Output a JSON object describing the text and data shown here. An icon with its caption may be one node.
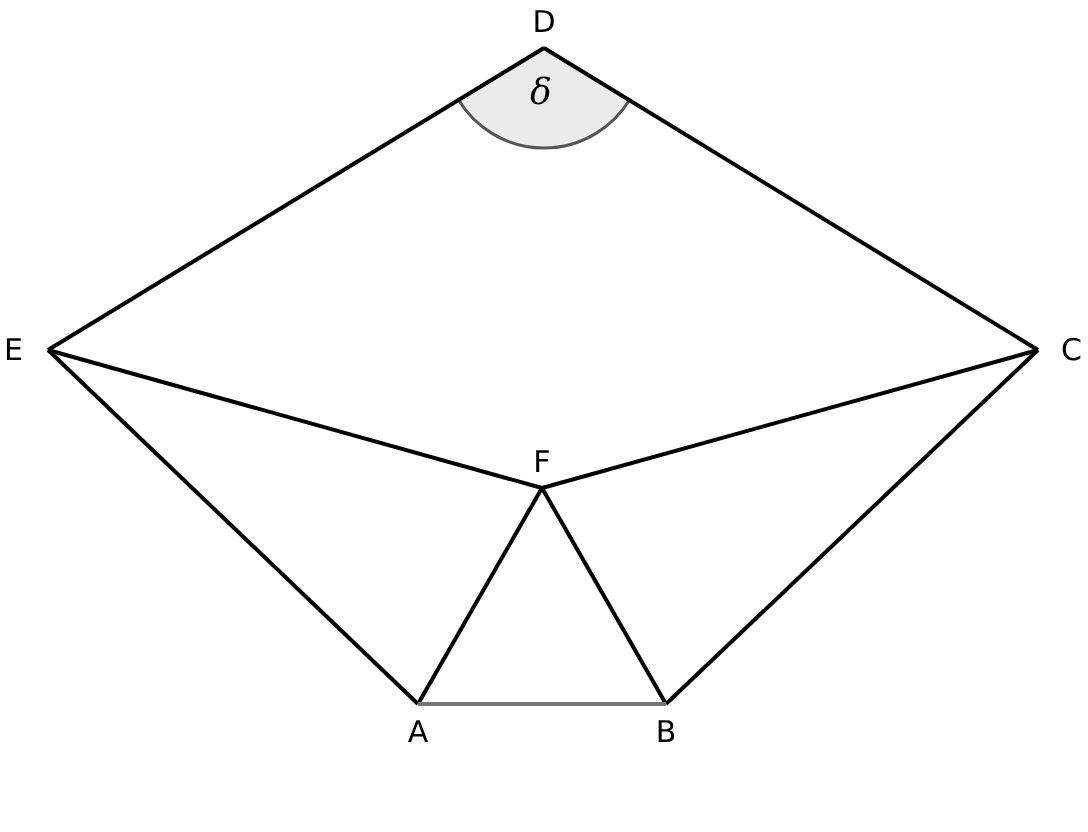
{
  "diagram": {
    "nodes": [
      {
        "text": [
          "D"
        ]
      },
      {
        "text": [
          "E"
        ]
      },
      {
        "text": [
          "C"
        ]
      },
      {
        "text": [
          "F"
        ]
      },
      {
        "text": [
          "A"
        ]
      },
      {
        "text": [
          "B"
        ]
      }
    ],
    "edges": [
      {
        "from": 0,
        "to": 1,
        "arrow": "none"
      },
      {
        "from": 0,
        "to": 2,
        "arrow": "none"
      },
      {
        "from": 1,
        "to": 3,
        "arrow": "none"
      },
      {
        "from": 2,
        "to": 3,
        "arrow": "none"
      },
      {
        "from": 1,
        "to": 4,
        "arrow": "none"
      },
      {
        "from": 2,
        "to": 5,
        "arrow": "none"
      },
      {
        "from": 3,
        "to": 4,
        "arrow": "none"
      },
      {
        "from": 3,
        "to": 5,
        "arrow": "none"
      },
      {
        "from": 4,
        "to": 5,
        "arrow": "none",
        "color": "#777777"
      }
    ],
    "labels": [
      "δ"
    ]
  }
}
